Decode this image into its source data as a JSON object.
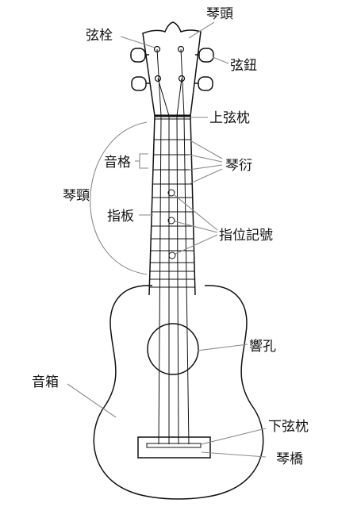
{
  "labels": {
    "headstock": "琴頭",
    "tuning_peg": "弦栓",
    "tuning_knob": "弦鈕",
    "nut": "上弦枕",
    "fret_space": "音格",
    "fret": "琴衍",
    "neck": "琴頸",
    "fingerboard": "指板",
    "position_markers": "指位記號",
    "sound_hole": "響孔",
    "body": "音箱",
    "saddle": "下弦枕",
    "bridge": "琴橋"
  }
}
